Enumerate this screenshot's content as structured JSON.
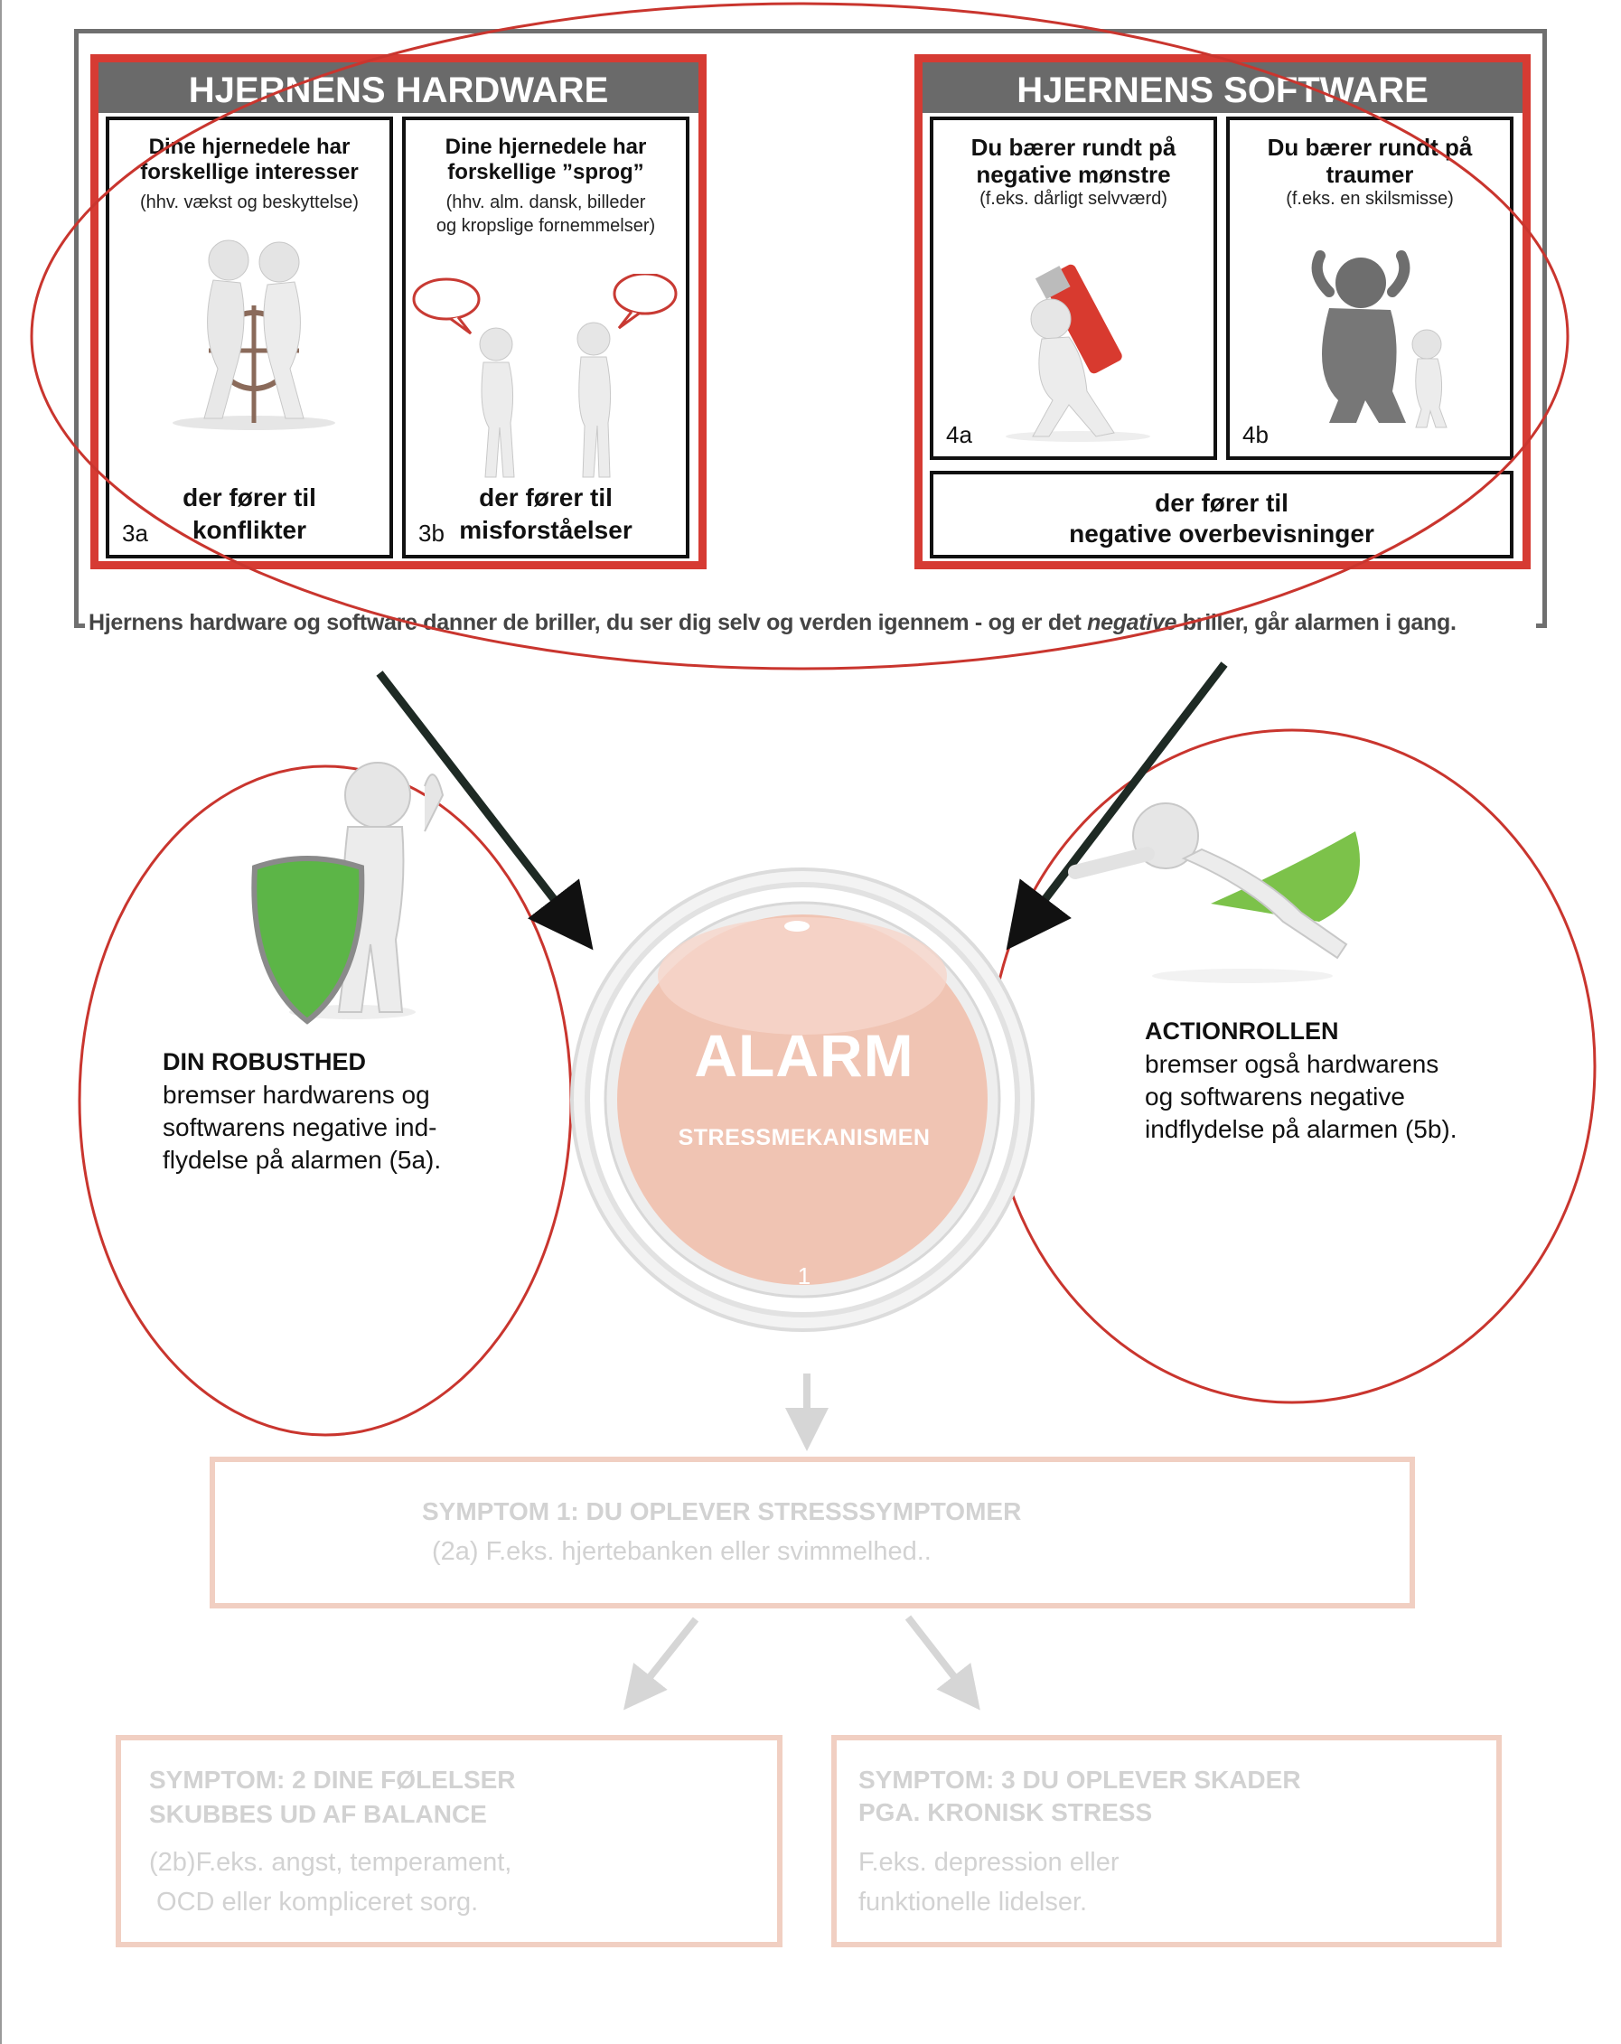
{
  "hardware": {
    "title": "HJERNENS HARDWARE",
    "card_a": {
      "title": "Dine hjernedele har forskellige interesser",
      "subtitle": "(hhv. vækst og beskyttelse)",
      "bottom_line1": "der fører til",
      "bottom_line2": "konflikter",
      "number": "3a"
    },
    "card_b": {
      "title_line1": "Dine hjernedele har",
      "title_line2": "forskellige  ”sprog”",
      "subtitle_line1": "(hhv. alm. dansk, billeder",
      "subtitle_line2": "og kropslige fornemmelser)",
      "bottom_line1": "der fører til",
      "bottom_line2": "misforståelser",
      "number": "3b"
    }
  },
  "software": {
    "title": "HJERNENS SOFTWARE",
    "card_a": {
      "title_line1": "Du bærer rundt på",
      "title_line2": "negative mønstre",
      "subtitle": "(f.eks. dårligt selvværd)",
      "number": "4a"
    },
    "card_b": {
      "title_line1": "Du bærer rundt på",
      "title_line2": "traumer",
      "subtitle": "(f.eks. en skilsmisse)",
      "number": "4b"
    },
    "bottom_line1": "der fører til",
    "bottom_line2": "negative overbevisninger"
  },
  "caption": {
    "part1": "Hjernens hardware og software danner de briller, du ser dig selv og verden igennem - og er det ",
    "italic": "negative",
    "part2": " briller, går alarmen i gang."
  },
  "robusthed": {
    "title": "DIN ROBUSTHED",
    "line1": "bremser hardwarens og",
    "line2": "softwarens negative ind-",
    "line3": "flydelse på alarmen (5a)."
  },
  "actionrollen": {
    "title": "ACTIONROLLEN",
    "line1": "bremser også hardwarens",
    "line2": "og softwarens negative",
    "line3": "indflydelse på alarmen  (5b)."
  },
  "alarm": {
    "title": "ALARM",
    "subtitle": "STRESSMEKANISMEN",
    "number": "1"
  },
  "symptom1": {
    "title": "SYMPTOM 1: DU OPLEVER STRESSSYMPTOMER",
    "text": "(2a)  F.eks. hjertebanken eller svimmelhed.."
  },
  "symptom2": {
    "title_line1": "SYMPTOM: 2 DINE FØLELSER",
    "title_line2": "SKUBBES UD AF BALANCE",
    "text_line1": "(2b)F.eks. angst, temperament,",
    "text_line2": " OCD eller kompliceret sorg."
  },
  "symptom3": {
    "title_line1": "SYMPTOM: 3 DU OPLEVER SKADER",
    "title_line2": "PGA. KRONISK STRESS",
    "text_line1": "F.eks. depression eller",
    "text_line2": "funktionelle lidelser."
  },
  "colors": {
    "red": "#d63b33",
    "panel_header": "#6a6a6a",
    "alarm_fill": "#f0c4b3",
    "symptom_border": "#f1cfc2",
    "shield_green": "#5cb547",
    "cape_green": "#7cc24a"
  }
}
